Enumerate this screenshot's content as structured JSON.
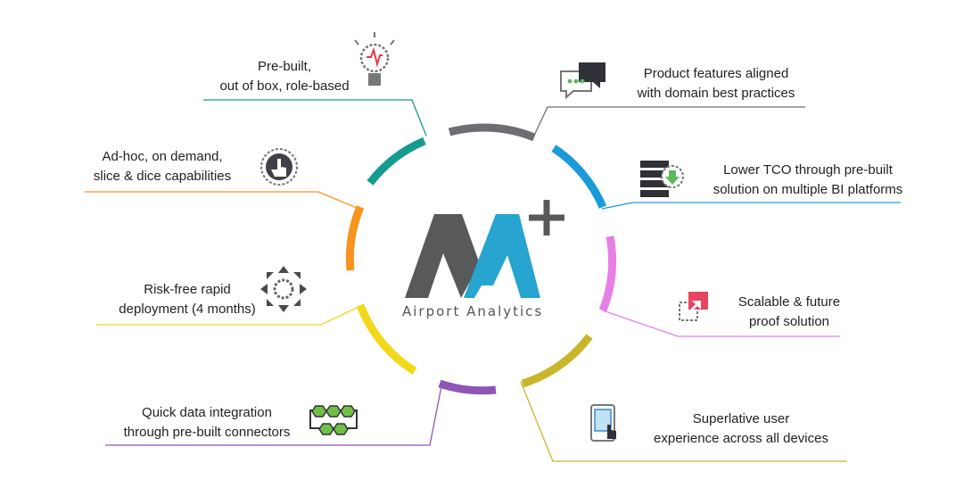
{
  "logo": {
    "brand_text": "Airport Analytics"
  },
  "features": [
    {
      "id": "prebuilt",
      "lines": [
        "Pre-built,",
        "out of box, role-based"
      ],
      "icon": "lightbulb-icon",
      "color": "#169c8f"
    },
    {
      "id": "adhoc",
      "lines": [
        "Ad-hoc, on demand,",
        "slice & dice capabilities"
      ],
      "icon": "pointer-hand-icon",
      "color": "#f7941d"
    },
    {
      "id": "riskfree",
      "lines": [
        "Risk-free rapid",
        "deployment (4 months)"
      ],
      "icon": "expand-arrows-icon",
      "color": "#f2d81b"
    },
    {
      "id": "integration",
      "lines": [
        "Quick data integration",
        "through pre-built connectors"
      ],
      "icon": "connectors-icon",
      "color": "#8e55b5"
    },
    {
      "id": "domain",
      "lines": [
        "Product features aligned",
        "with domain best practices"
      ],
      "icon": "chat-bubbles-icon",
      "color": "#666666"
    },
    {
      "id": "tco",
      "lines": [
        "Lower TCO through pre-built",
        "solution on multiple BI platforms"
      ],
      "icon": "server-download-icon",
      "color": "#1a9ad9"
    },
    {
      "id": "scalable",
      "lines": [
        "Scalable & future",
        "proof solution"
      ],
      "icon": "scale-arrow-icon",
      "color": "#e67fe6"
    },
    {
      "id": "ux",
      "lines": [
        "Superlative user",
        "experience across all devices"
      ],
      "icon": "touch-device-icon",
      "color": "#c9b529"
    }
  ]
}
